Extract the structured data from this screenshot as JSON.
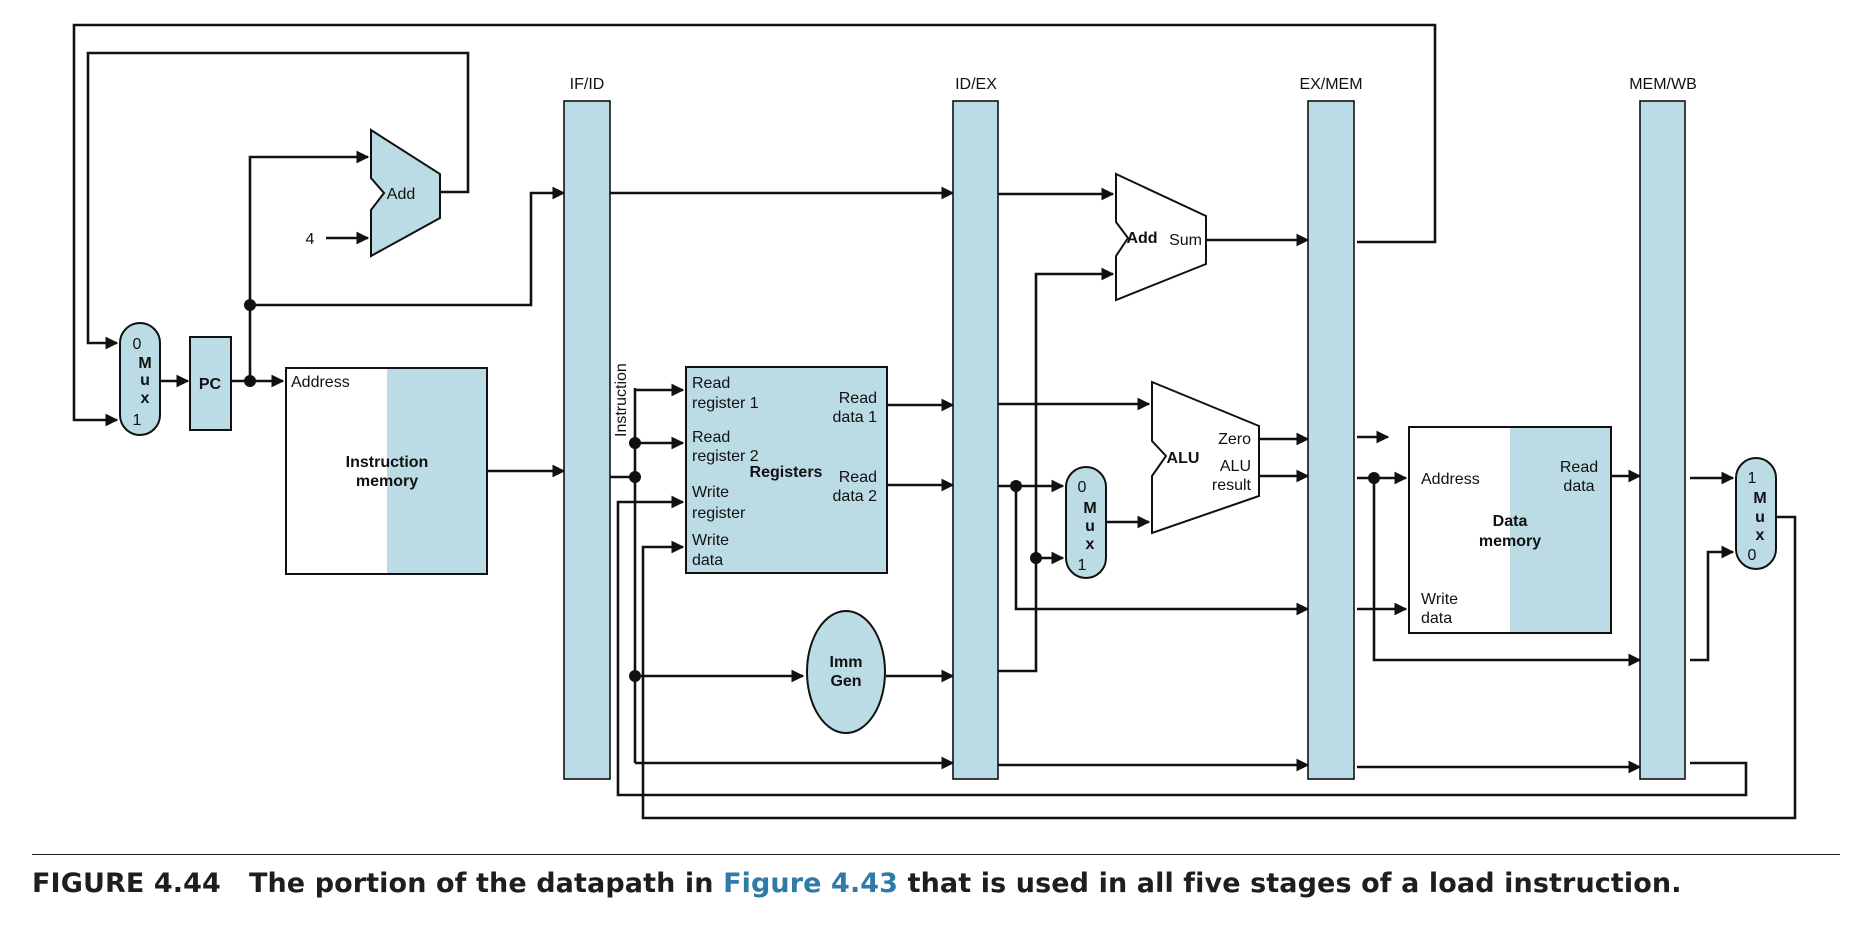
{
  "pipeline_registers": [
    "IF/ID",
    "ID/EX",
    "EX/MEM",
    "MEM/WB"
  ],
  "fetch": {
    "pc": "PC",
    "mux": [
      "0",
      "M",
      "u",
      "x",
      "1"
    ],
    "adder": "Add",
    "constant": "4",
    "instruction_memory": {
      "address": "Address",
      "title_1": "Instruction",
      "title_2": "memory"
    }
  },
  "decode": {
    "instruction_bus": "Instruction",
    "registers": {
      "title": "Registers",
      "read_register_1": [
        "Read",
        "register 1"
      ],
      "read_register_2": [
        "Read",
        "register 2"
      ],
      "write_register": [
        "Write",
        "register"
      ],
      "write_data": [
        "Write",
        "data"
      ],
      "read_data_1": [
        "Read",
        "data 1"
      ],
      "read_data_2": [
        "Read",
        "data 2"
      ]
    },
    "imm_gen": [
      "Imm",
      "Gen"
    ]
  },
  "execute": {
    "branch_adder": {
      "title": "Add",
      "output": "Sum"
    },
    "mux": [
      "0",
      "M",
      "u",
      "x",
      "1"
    ],
    "alu": {
      "title": "ALU",
      "zero": "Zero",
      "result": [
        "ALU",
        "result"
      ]
    }
  },
  "memory": {
    "data_memory": {
      "address": "Address",
      "write_data": [
        "Write",
        "data"
      ],
      "read_data": [
        "Read",
        "data"
      ],
      "title": [
        "Data",
        "memory"
      ]
    }
  },
  "writeback": {
    "mux": [
      "1",
      "M",
      "u",
      "x",
      "0"
    ]
  },
  "caption": {
    "number": "FIGURE 4.44",
    "text_before": "The portion of the datapath in ",
    "reference": "Figure 4.43",
    "text_after": " that is used in all five stages of a load instruction."
  }
}
